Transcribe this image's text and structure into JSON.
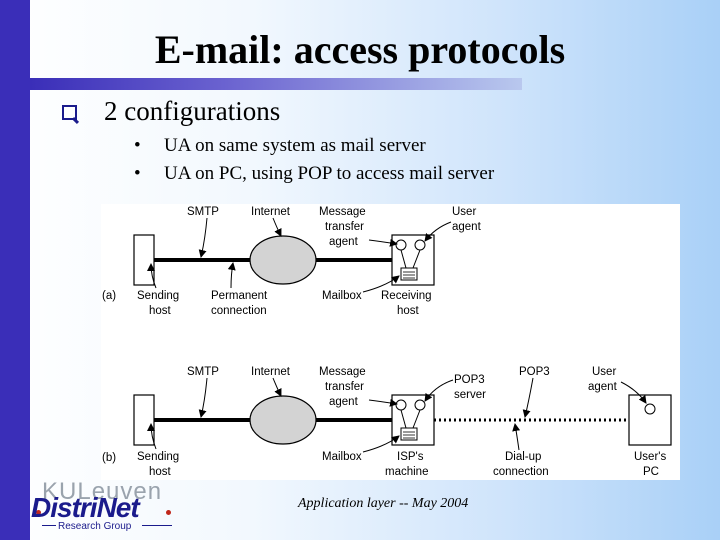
{
  "slide": {
    "title": "E-mail: access protocols",
    "main_bullet": "2 configurations",
    "sub_bullets": [
      "UA on same system as mail server",
      "UA on PC, using POP to access mail server"
    ],
    "footer": "Application layer -- May 2004",
    "logo": {
      "kul": "KULeuven",
      "main": "DistriNet",
      "sub": "Research Group"
    }
  },
  "diagram": {
    "a": {
      "tag": "(a)",
      "smtp": "SMTP",
      "internet": "Internet",
      "mta": [
        "Message",
        "transfer",
        "agent"
      ],
      "user_agent": [
        "User",
        "agent"
      ],
      "sending_host": [
        "Sending",
        "host"
      ],
      "permanent": [
        "Permanent",
        "connection"
      ],
      "mailbox": "Mailbox",
      "receiving_host": [
        "Receiving",
        "host"
      ]
    },
    "b": {
      "tag": "(b)",
      "smtp": "SMTP",
      "internet": "Internet",
      "mta": [
        "Message",
        "transfer",
        "agent"
      ],
      "pop3_server": [
        "POP3",
        "server"
      ],
      "pop3": "POP3",
      "user_agent": [
        "User",
        "agent"
      ],
      "sending_host": [
        "Sending",
        "host"
      ],
      "mailbox": "Mailbox",
      "isp_machine": [
        "ISP's",
        "machine"
      ],
      "dialup": [
        "Dial-up",
        "connection"
      ],
      "users_pc": [
        "User's",
        "PC"
      ]
    }
  },
  "colors": {
    "left_bar": "#3a2eb8",
    "bullet": "#1b1b8c",
    "cloud": "#d3d3d3"
  }
}
